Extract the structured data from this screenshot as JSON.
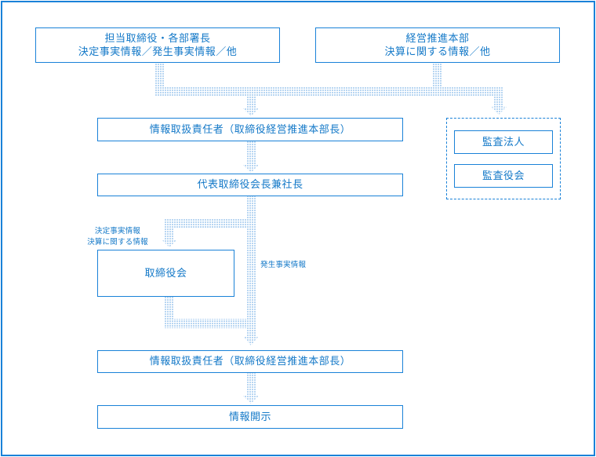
{
  "boxes": {
    "managers": {
      "line1": "担当取締役・各部署長",
      "line2": "決定事実情報／発生事実情報／他"
    },
    "management_hq": {
      "line1": "経営推進本部",
      "line2": "決算に関する情報／他"
    },
    "officer_top": "情報取扱責任者（取締役経営推進本部長）",
    "president": "代表取締役会長兼社長",
    "board": "取締役会",
    "officer_bottom": "情報取扱責任者（取締役経営推進本部長）",
    "disclosure": "情報開示",
    "audit_corp": "監査法人",
    "audit_board": "監査役会"
  },
  "labels": {
    "board_input_1": "決定事実情報",
    "board_input_2": "決算に関する情報",
    "occurrence": "発生事実情報"
  },
  "colors": {
    "border": "#1a82d8",
    "text": "#1479c8",
    "connector": "#b8d6f2"
  }
}
